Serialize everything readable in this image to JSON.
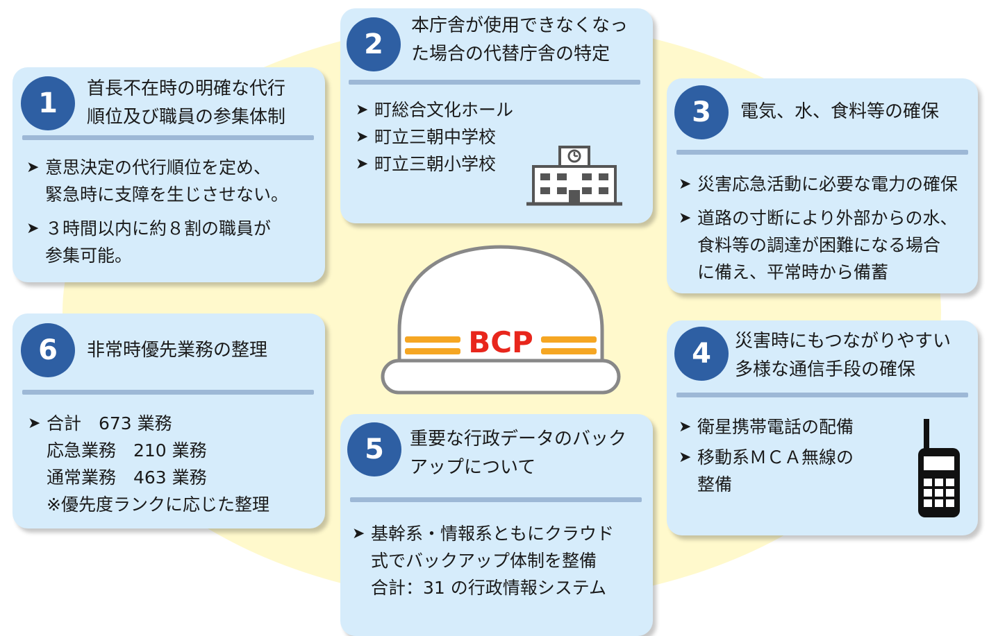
{
  "cards": [
    {
      "number": "1",
      "title": "首長不在時の明確な代行\n順位及び職員の参集体制",
      "items": [
        "意思決定の代行順位を定め、\n緊急時に支障を生じさせない。",
        "３時間以内に約８割の職員が\n参集可能。"
      ]
    },
    {
      "number": "2",
      "title": "本庁舎が使用できなくなっ\nた場合の代替庁舎の特定",
      "items": [
        "町総合文化ホール",
        "町立三朝中学校",
        "町立三朝小学校"
      ],
      "icon": "school-building-icon"
    },
    {
      "number": "3",
      "title": "電気、水、食料等の確保",
      "items": [
        "災害応急活動に必要な電力の確保",
        "道路の寸断により外部からの水、\n食料等の調達が困難になる場合\nに備え、平常時から備蓄"
      ]
    },
    {
      "number": "4",
      "title": "災害時にもつながりやすい\n多様な通信手段の確保",
      "items": [
        "衛星携帯電話の配備",
        "移動系ＭＣＡ無線の\n整備"
      ],
      "icon": "mobile-radio-icon"
    },
    {
      "number": "5",
      "title": "重要な行政データのバック\nアップについて",
      "items": [
        "基幹系・情報系ともにクラウド\n式でバックアップ体制を整備\n合計：31 の行政情報システム"
      ]
    },
    {
      "number": "6",
      "title": "非常時優先業務の整理",
      "items": [
        "合計　673 業務\n応急業務　210 業務\n通常業務　463 業務\n※優先度ランクに応じた整理"
      ]
    }
  ],
  "center": {
    "label": "BCP",
    "icon": "helmet-icon"
  },
  "colors": {
    "card": "#d6ecfb",
    "badge": "#2e5fa3",
    "divider": "#9db8d6",
    "background_circle": "#fff9cc",
    "bcp_text": "#e8261c",
    "helmet_stripe": "#f5a623"
  },
  "bullet_glyph": "➤"
}
